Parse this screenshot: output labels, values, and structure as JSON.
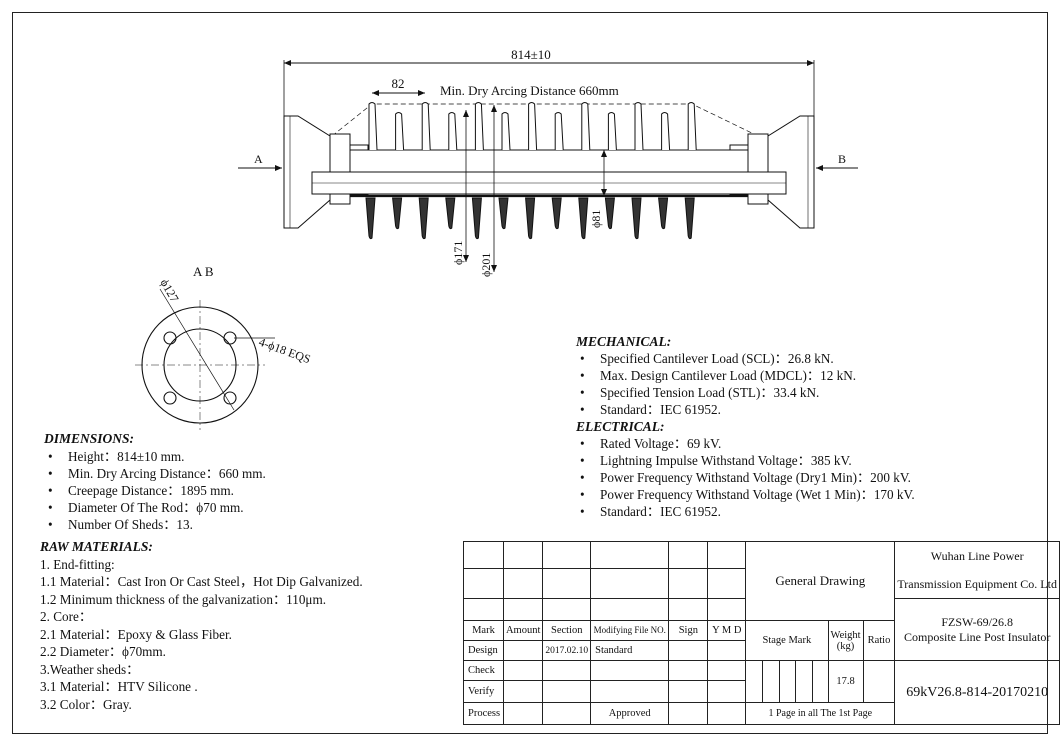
{
  "drawing": {
    "overall_length": "814±10",
    "shed_spacing": "82",
    "arcing_label": "Min. Dry Arcing Distance 660mm",
    "section_a": "A",
    "section_b": "B",
    "dia_rod": "ϕ81",
    "dia_shed_small": "ϕ171",
    "dia_shed_large": "ϕ201",
    "section_title": "A B",
    "flange_dia": "ϕ127",
    "holes_label": "4-ϕ18 EQS"
  },
  "dimensions": {
    "title": "DIMENSIONS:",
    "items": [
      "Height：814±10 mm.",
      "Min. Dry Arcing Distance：660 mm.",
      "Creepage Distance：1895 mm.",
      "Diameter Of The Rod：ϕ70 mm.",
      "Number Of Sheds：13."
    ]
  },
  "raw_materials": {
    "title": "RAW MATERIALS:",
    "lines": [
      "1. End-fitting:",
      "1.1 Material：Cast Iron Or Cast Steel，Hot Dip Galvanized.",
      "1.2 Minimum thickness of the galvanization：110μm.",
      "2. Core：",
      "2.1 Material：Epoxy & Glass Fiber.",
      "2.2 Diameter：ϕ70mm.",
      "3.Weather sheds：",
      "3.1 Material：HTV Silicone .",
      "3.2 Color：Gray."
    ]
  },
  "mechanical": {
    "title": "MECHANICAL:",
    "items": [
      "Specified Cantilever Load (SCL)：26.8 kN.",
      "Max. Design Cantilever Load (MDCL)：12 kN.",
      "Specified Tension Load (STL)：33.4 kN.",
      "Standard：IEC 61952."
    ]
  },
  "electrical": {
    "title": "ELECTRICAL:",
    "items": [
      "Rated Voltage：69 kV.",
      "Lightning Impulse Withstand Voltage：385 kV.",
      "Power Frequency Withstand  Voltage (Dry1 Min)：200 kV.",
      "Power Frequency Withstand  Voltage (Wet 1 Min)：170 kV.",
      "Standard：IEC 61952."
    ]
  },
  "title_block": {
    "headers": [
      "Mark",
      "Amount",
      "Section",
      "Modifying File NO.",
      "Sign",
      "Y M D"
    ],
    "row_labels": [
      "Design",
      "Check",
      "Verify",
      "Process"
    ],
    "design_date": "2017.02.10",
    "design_note": "Standard",
    "approved": "Approved",
    "general_drawing": "General Drawing",
    "stage_mark": "Stage Mark",
    "weight_header": "Weight (kg)",
    "ratio_header": "Ratio",
    "weight_value": "17.8",
    "page_info": "1 Page in all The 1st Page",
    "company_line1": "Wuhan Line Power",
    "company_line2": "Transmission Equipment Co. Ltd",
    "model": "FZSW-69/26.8",
    "product": "Composite Line Post Insulator",
    "drawing_code": "69kV26.8-814-20170210"
  }
}
